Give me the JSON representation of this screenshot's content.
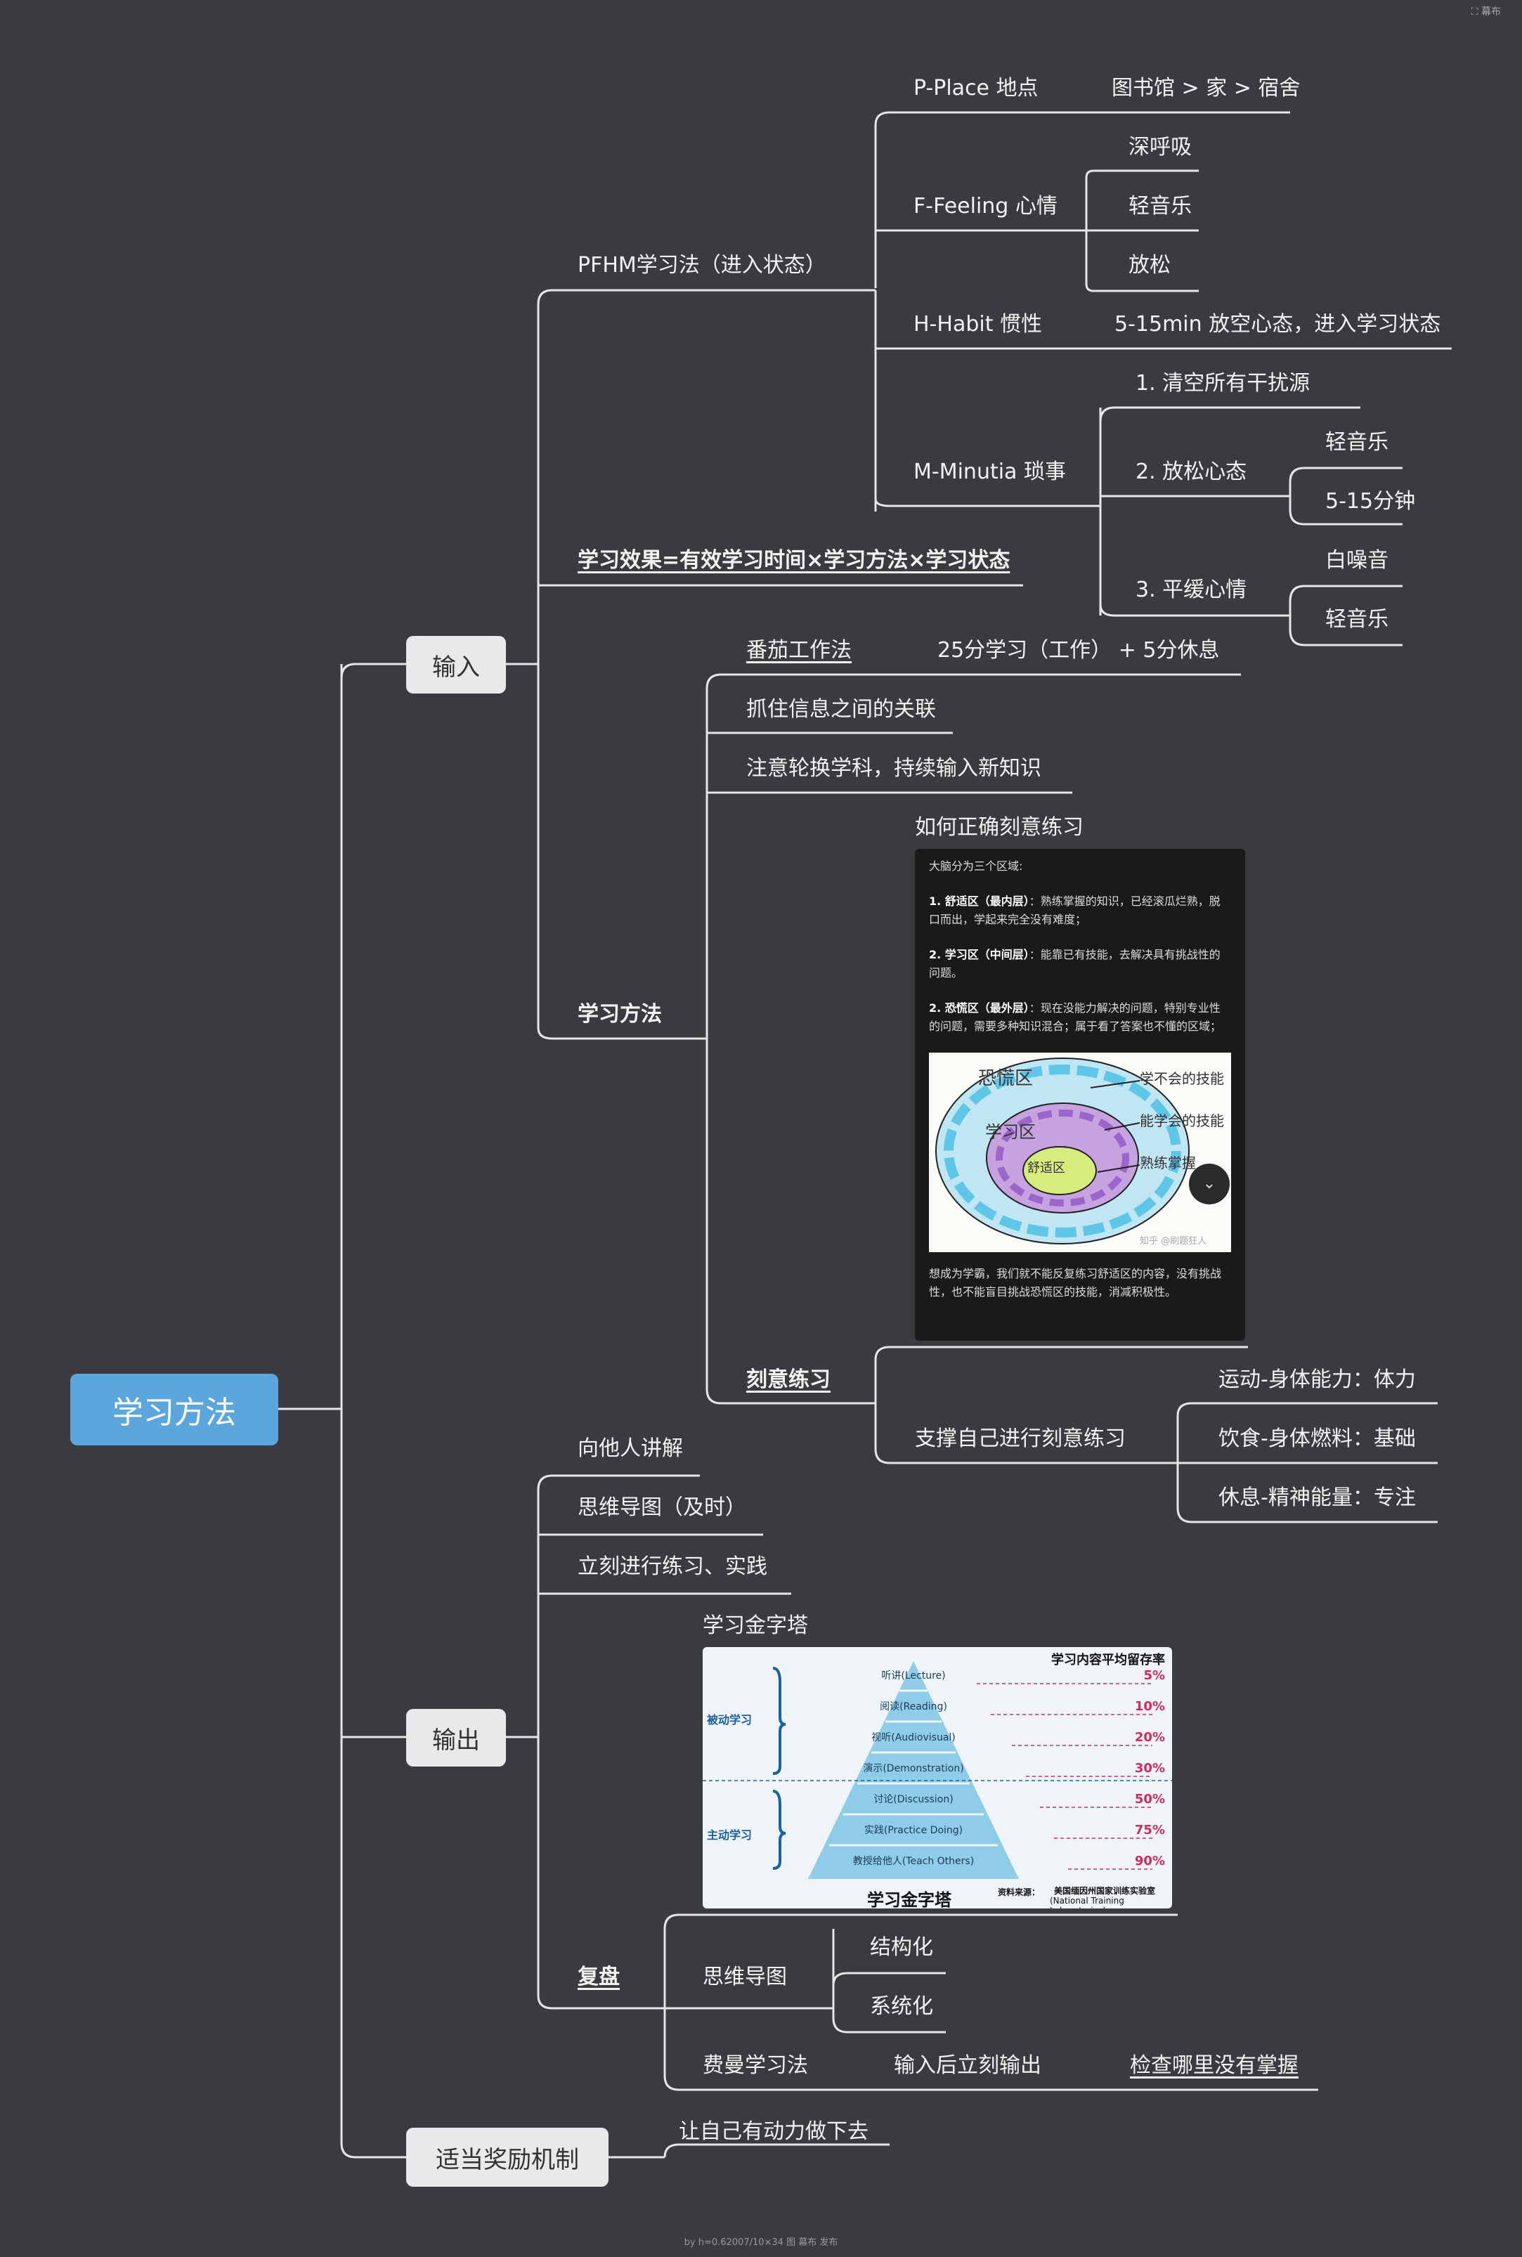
{
  "top_right": "⛶ 幕布",
  "root": "学习方法",
  "branches": {
    "input": "输入",
    "output": "输出",
    "reward": "适当奖励机制"
  },
  "pfhm": {
    "title": "PFHM学习法（进入状态）",
    "p_label": "P-Place 地点",
    "p_value": "图书馆 > 家 > 宿舍",
    "f_label": "F-Feeling 心情",
    "f_items": [
      "深呼吸",
      "轻音乐",
      "放松"
    ],
    "h_label": "H-Habit 惯性",
    "h_value": "5-15min 放空心态，进入学习状态",
    "m_label": "M-Minutia 琐事",
    "m1": "1. 清空所有干扰源",
    "m2": "2. 放松心态",
    "m2_items": [
      "轻音乐",
      "5-15分钟"
    ],
    "m3": "3. 平缓心情",
    "m3_items": [
      "白噪音",
      "轻音乐"
    ]
  },
  "formula": "学习效果=有效学习时间×学习方法×学习状态",
  "method": {
    "title": "学习方法",
    "tomato": "番茄工作法",
    "tomato_value": "25分学习（工作） +   5分休息",
    "link": "抓住信息之间的关联",
    "rotate": "注意轮换学科，持续输入新知识",
    "deliberate": "刻意练习",
    "how_title": "如何正确刻意练习",
    "card_intro": "大脑分为三个区域:",
    "zone1_title": "1. 舒适区（最内层）",
    "zone1_text": "：熟练掌握的知识，已经滚瓜烂熟，脱口而出，学起来完全没有难度；",
    "zone2_title": "2. 学习区（中间层）",
    "zone2_text": "：能靠已有技能，去解决具有挑战性的问题。",
    "zone3_title": "2. 恐慌区（最外层）",
    "zone3_text": "：现在没能力解决的问题，特别专业性的问题，需要多种知识混合；属于看了答案也不懂的区域；",
    "img_labels": {
      "panic": "恐慌区",
      "learn": "学习区",
      "comfort": "舒适区",
      "note1": "学不会的技能",
      "note2": "能学会的技能",
      "note3": "熟练掌握",
      "watermark": "知乎 @刷题狂人"
    },
    "card_end": "想成为学霸，我们就不能反复练习舒适区的内容，没有挑战性，也不能盲目挑战恐慌区的技能，消减积极性。",
    "support": "支撑自己进行刻意练习",
    "support_items": [
      "运动-身体能力：体力",
      "饮食-身体燃料：基础",
      "休息-精神能量：专注"
    ]
  },
  "output": {
    "teach": "向他人讲解",
    "mindmap": "思维导图（及时）",
    "practice": "立刻进行练习、实践",
    "pyramid_title": "学习金字塔",
    "review": "复盘",
    "review_mindmap": "思维导图",
    "review_mm_items": [
      "结构化",
      "系统化"
    ],
    "feynman": "费曼学习法",
    "feynman_mid": "输入后立刻输出",
    "feynman_end": "检查哪里没有掌握"
  },
  "pyramid": {
    "header": "学习内容平均留存率",
    "passive": "被动学习",
    "active": "主动学习",
    "layers": [
      "听讲(Lecture)",
      "阅读(Reading)",
      "视听(Audiovisual)",
      "演示(Demonstration)",
      "讨论(Discussion)",
      "实践(Practice Doing)",
      "教授给他人(Teach Others)"
    ],
    "rates": [
      "5%",
      "10%",
      "20%",
      "30%",
      "50%",
      "75%",
      "90%"
    ],
    "footer_title": "学习金字塔",
    "source_label": "资料来源：",
    "source": "美国缅因州国家训练实验室",
    "source_en": "(National Training Laboratories)"
  },
  "reward_text": "让自己有动力做下去",
  "footer": "by h=0.62007/10×34 图 幕布 发布",
  "colors": {
    "background": "#3a3b3f",
    "root": "#5ba6dd",
    "line": "#e6e6e6",
    "pyramid": "#8fcce8"
  }
}
